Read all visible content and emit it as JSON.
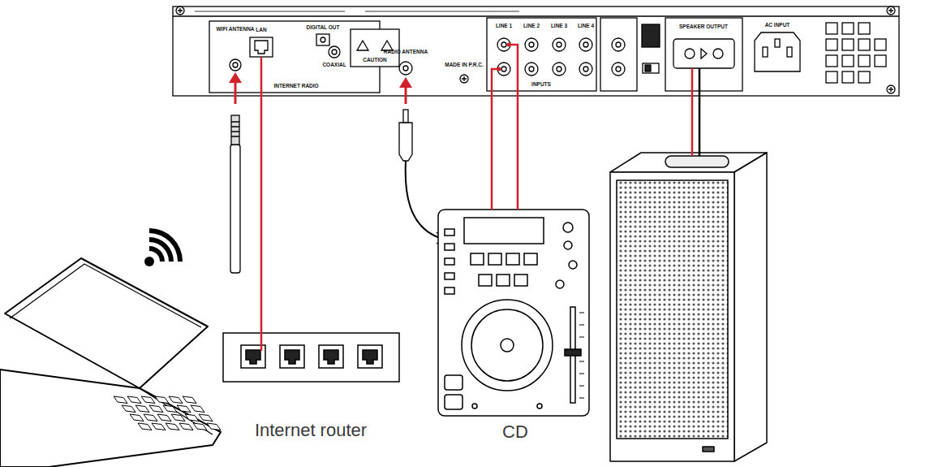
{
  "diagram": {
    "nodes": [
      {
        "text": [
          "WIFI ANTENNA",
          "LAN",
          "DIGITAL OUT",
          "COAXIAL",
          "CAUTION",
          "INTERNET RADIO",
          "RADIO ANTENNA",
          "MADE IN P.R.C.",
          "LINE 1",
          "LINE 2",
          "LINE 3",
          "LINE 4",
          "INPUTS",
          "SPEAKER OUTPUT",
          "AC INPUT"
        ]
      },
      {
        "text": [
          "Internet router"
        ]
      },
      {
        "text": [
          "CD"
        ]
      }
    ],
    "edges": [
      {
        "from": 0,
        "to": 1,
        "arrow": "none"
      },
      {
        "from": 2,
        "to": 0,
        "arrow": "none"
      }
    ]
  }
}
